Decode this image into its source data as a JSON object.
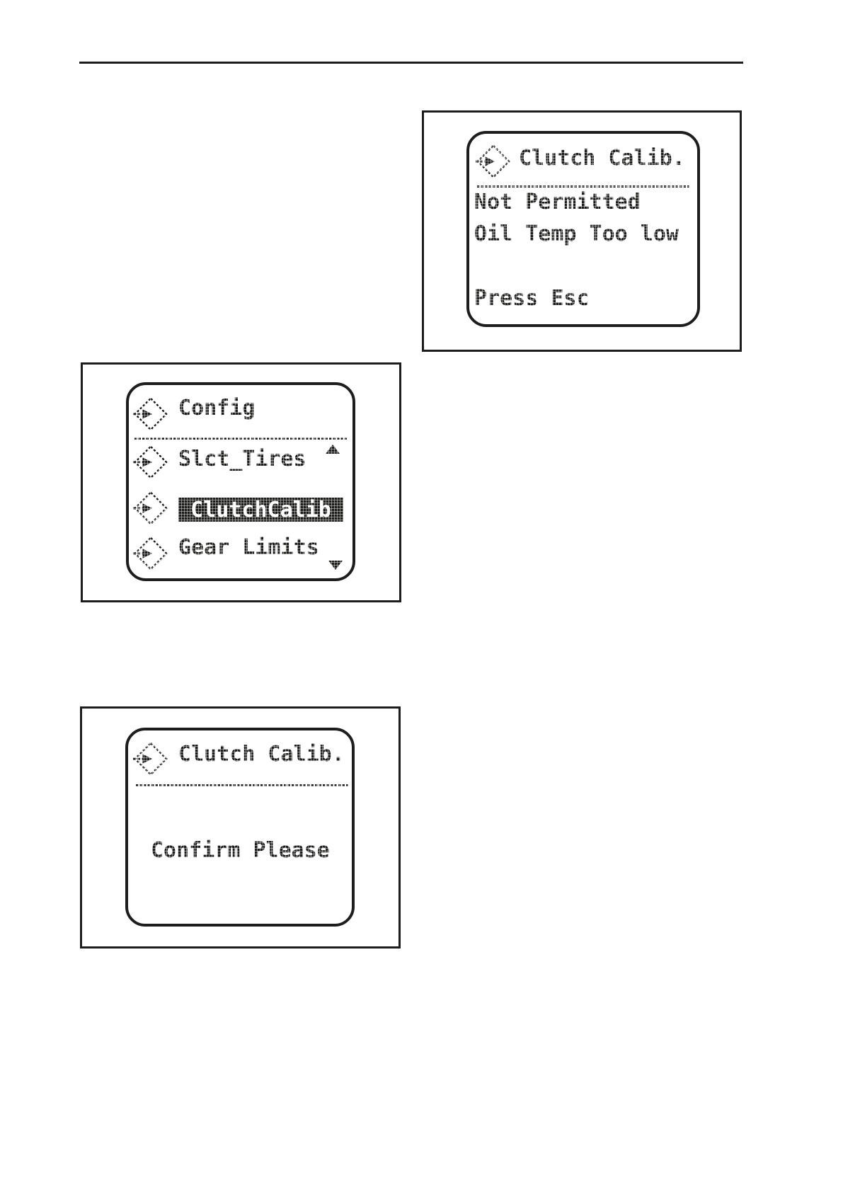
{
  "colors": {
    "ink": "#1d1d1b",
    "paper": "#ffffff",
    "highlight_bg": "#1d1d1b",
    "highlight_fg": "#ffffff"
  },
  "screens": {
    "not_permitted": {
      "title": "Clutch Calib.",
      "status_line_1": "Not Permitted",
      "status_line_2": "Oil Temp Too low",
      "prompt": "Press Esc"
    },
    "config_menu": {
      "title": "Config",
      "item_1": "Slct_Tires",
      "item_2_selected": "ClutchCalib",
      "item_3": "Gear Limits"
    },
    "confirm": {
      "title": "Clutch Calib.",
      "message": "Confirm Please"
    }
  }
}
